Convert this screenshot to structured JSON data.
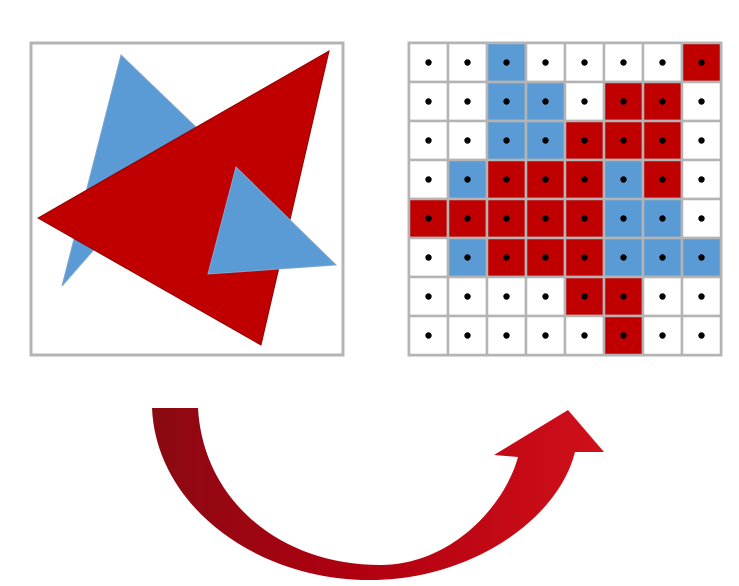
{
  "colors": {
    "red": "#c00000",
    "blue": "#5b9bd5",
    "frame": "#b4b4b4",
    "grid_line": "#b4b4b4",
    "cell_white": "#ffffff",
    "sample_dot": "#000000",
    "arrow_dark": "#8a0a12",
    "arrow_red": "#c00000"
  },
  "vector_scene": {
    "shapes": [
      {
        "name": "blue-triangle-back",
        "color": "blue"
      },
      {
        "name": "red-triangle",
        "color": "red"
      },
      {
        "name": "blue-triangle-front",
        "color": "blue"
      }
    ]
  },
  "raster_grid": {
    "rows": 8,
    "cols": 8,
    "cells": [
      [
        "W",
        "W",
        "B",
        "W",
        "W",
        "W",
        "W",
        "R"
      ],
      [
        "W",
        "W",
        "B",
        "B",
        "W",
        "R",
        "R",
        "W"
      ],
      [
        "W",
        "W",
        "B",
        "B",
        "R",
        "R",
        "R",
        "W"
      ],
      [
        "W",
        "B",
        "R",
        "R",
        "R",
        "B",
        "R",
        "W"
      ],
      [
        "R",
        "R",
        "R",
        "R",
        "R",
        "B",
        "B",
        "W"
      ],
      [
        "W",
        "B",
        "R",
        "R",
        "R",
        "B",
        "B",
        "B"
      ],
      [
        "W",
        "W",
        "W",
        "W",
        "R",
        "R",
        "W",
        "W"
      ],
      [
        "W",
        "W",
        "W",
        "W",
        "W",
        "R",
        "W",
        "W"
      ]
    ],
    "legend": {
      "W": "cell_white",
      "R": "red",
      "B": "blue"
    }
  },
  "arrow": {
    "direction": "left-to-right",
    "icon": "curved-arrow-icon"
  }
}
